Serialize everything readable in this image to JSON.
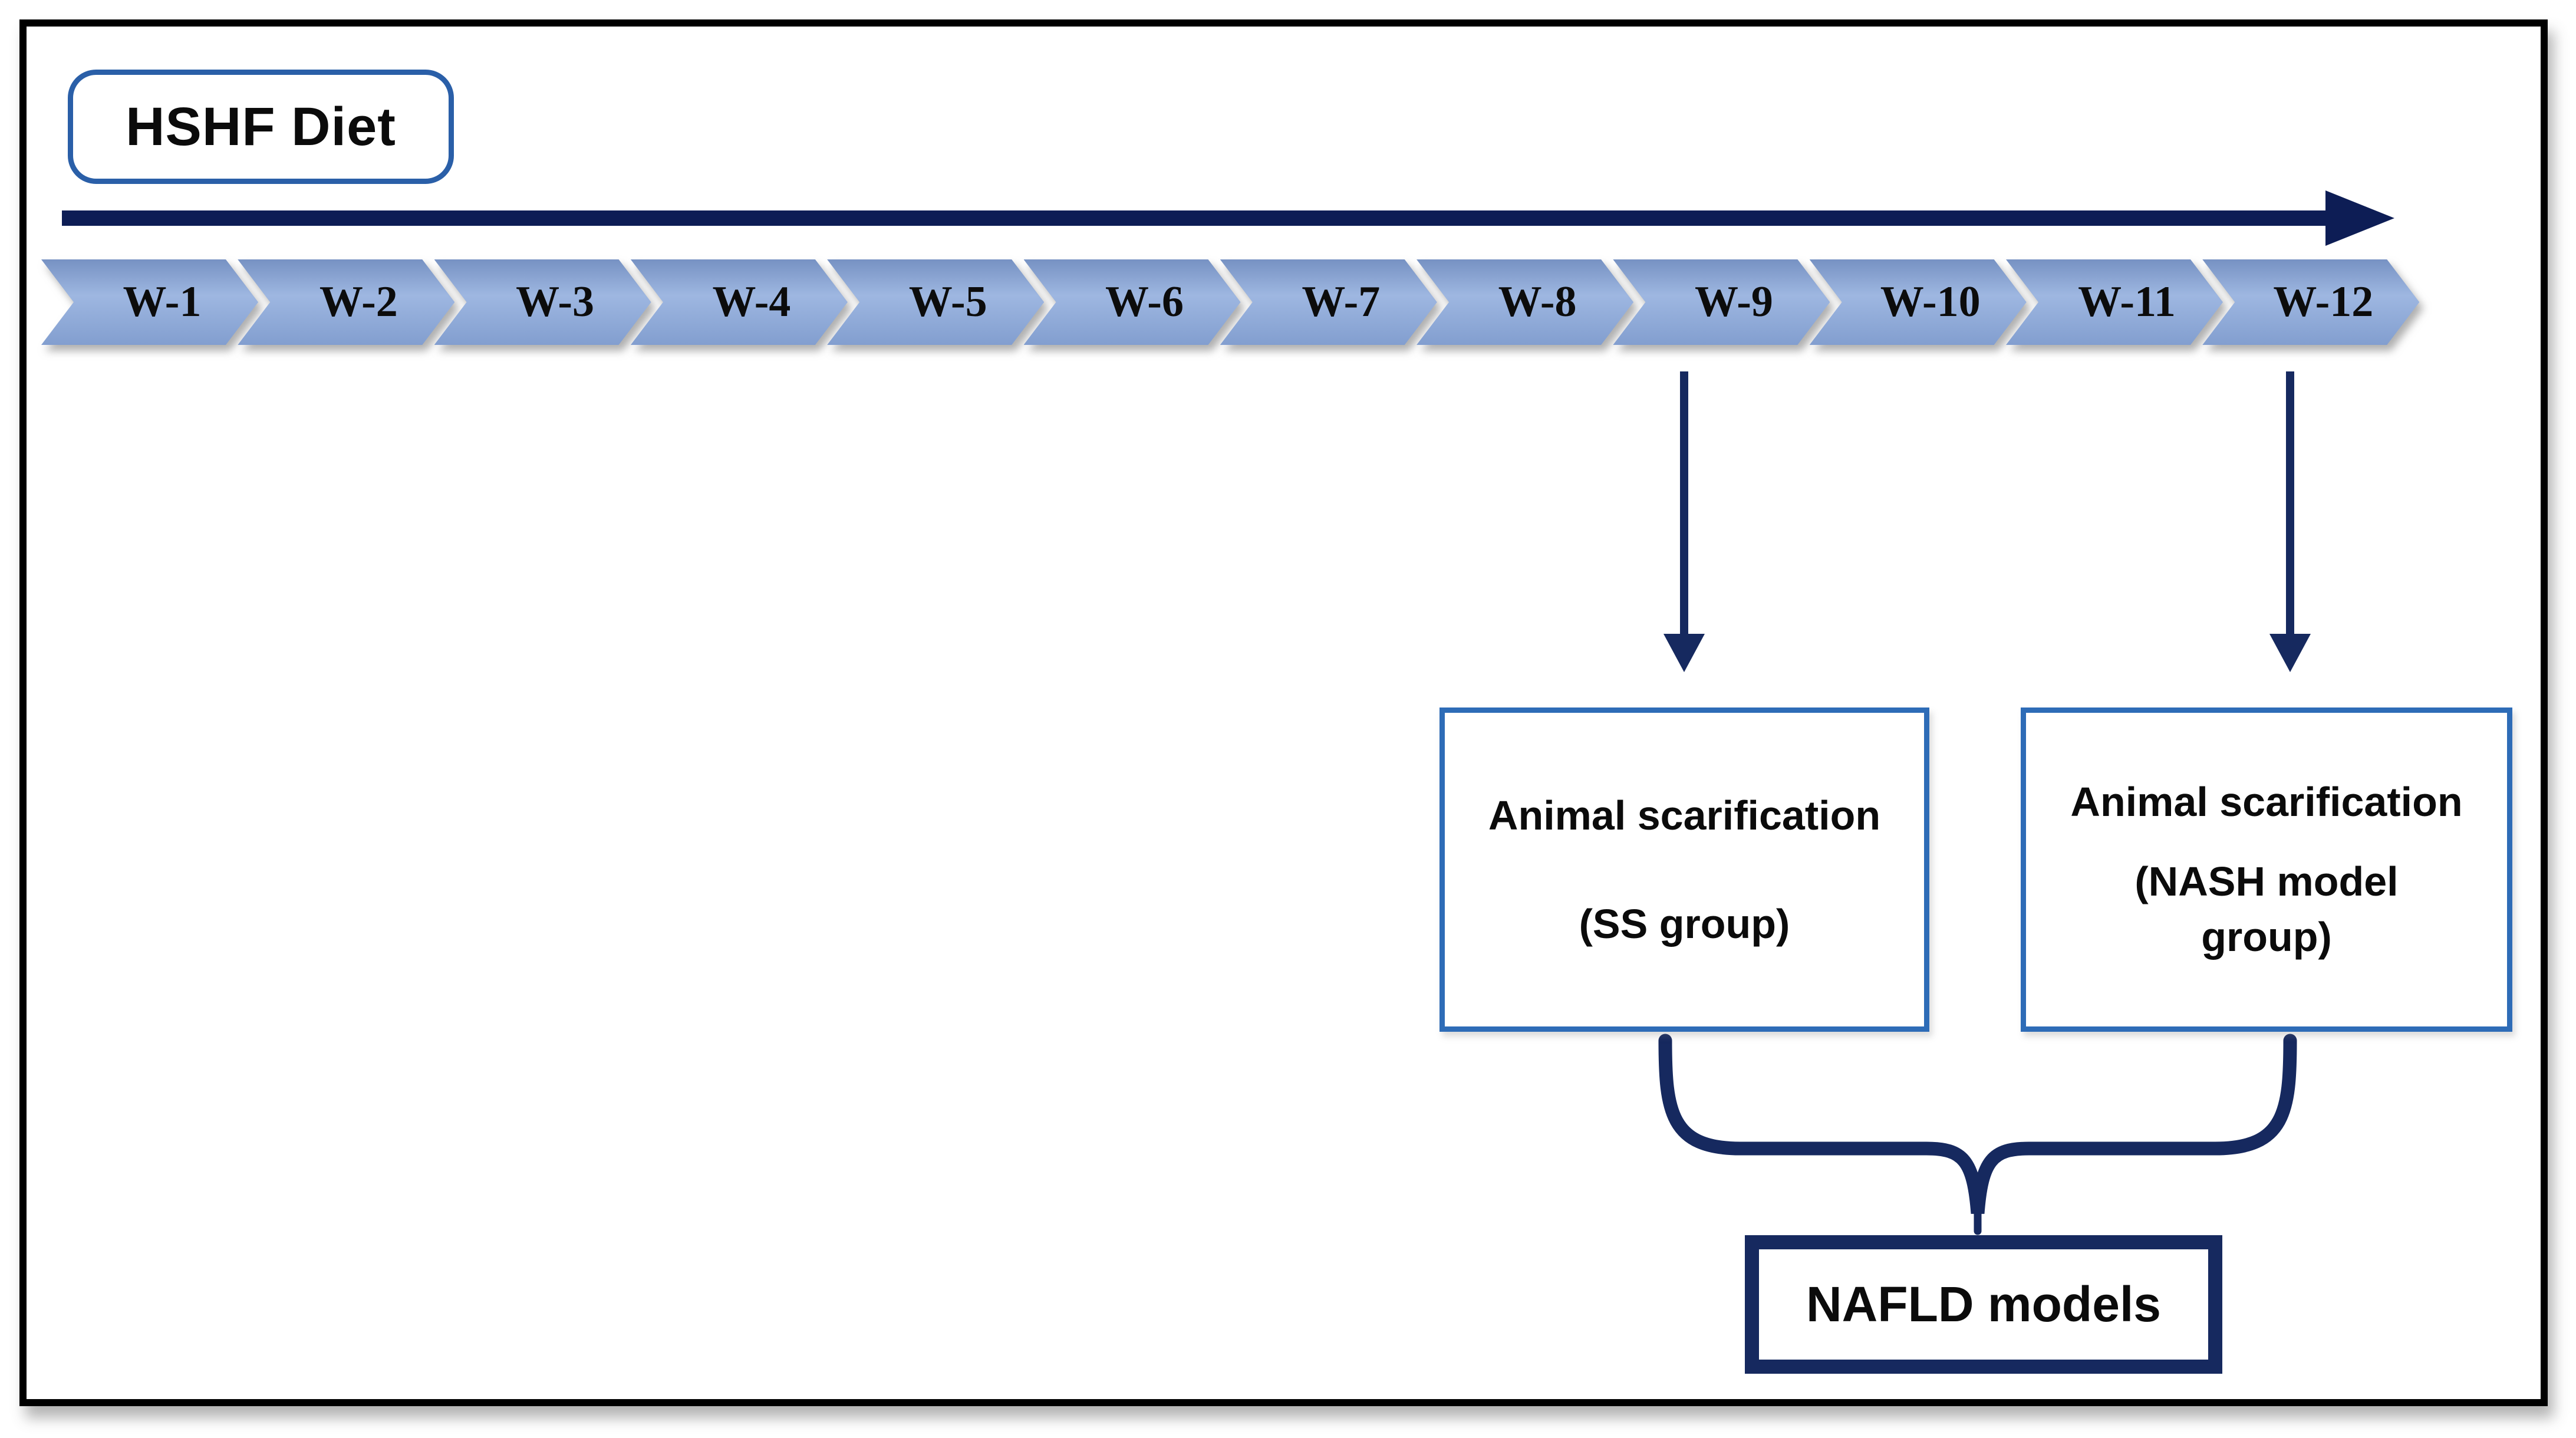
{
  "title_box": {
    "label": "HSHF Diet"
  },
  "timeline": {
    "weeks": [
      "W-1",
      "W-2",
      "W-3",
      "W-4",
      "W-5",
      "W-6",
      "W-7",
      "W-8",
      "W-9",
      "W-10",
      "W-11",
      "W-12"
    ]
  },
  "events": {
    "ss": {
      "arrow_from_week": "W-9",
      "line1": "Animal scarification",
      "line2": "(SS group)"
    },
    "nash": {
      "arrow_from_week": "W-12",
      "line1": "Animal scarification",
      "line2": "(NASH model group)"
    }
  },
  "outcome_box": {
    "label": "NAFLD models"
  },
  "colors": {
    "chevron_fill": "#8eabdc",
    "navy": "#16295f",
    "timeline_arrow": "#0d1d55",
    "box_border": "#2e6cb7",
    "title_border": "#2a5fa8"
  }
}
